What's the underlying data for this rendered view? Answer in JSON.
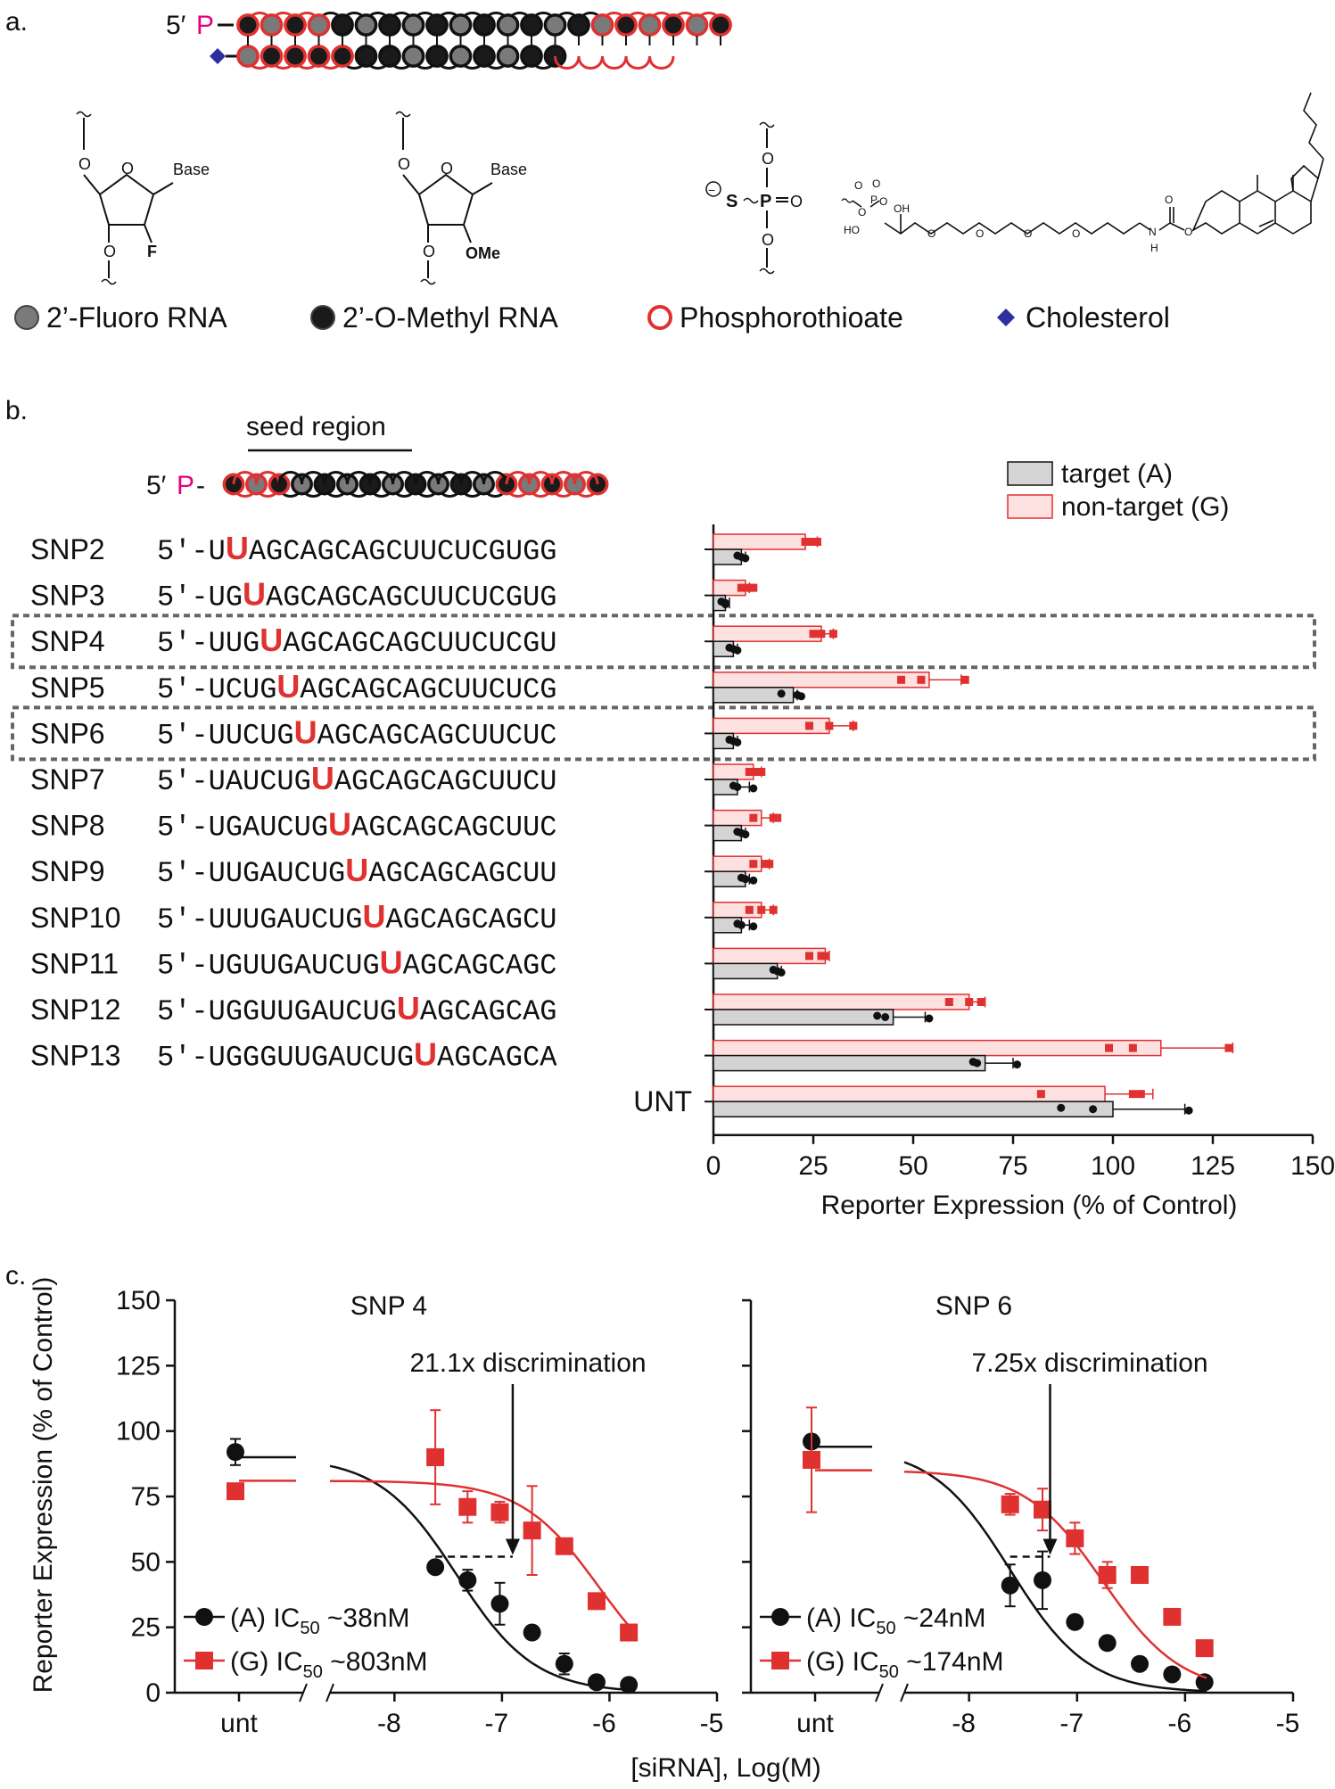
{
  "panels": {
    "a": "a.",
    "b": "b.",
    "c": "c."
  },
  "panel_a": {
    "strand_label": "5′",
    "phosphate": "P",
    "structure_labels": {
      "base": "Base",
      "fluoro": "F",
      "ome": "OMe",
      "oh": "OH",
      "ho": "HO",
      "nh": "N",
      "h": "H"
    },
    "legend": [
      {
        "label": "2’-Fluoro RNA",
        "kind": "fluoro",
        "color": "#7a7a7a"
      },
      {
        "label": "2’-O-Methyl RNA",
        "kind": "methyl",
        "color": "#1a1a1a"
      },
      {
        "label": "Phosphorothioate",
        "kind": "ps",
        "color": "#e03131"
      },
      {
        "label": "Cholesterol",
        "kind": "chol",
        "color": "#2e2e9e"
      }
    ]
  },
  "panel_b": {
    "seed_label": "seed region",
    "strand_label": "5′",
    "phosphate": "P",
    "legend": {
      "target": "target (A)",
      "nontarget": "non-target (G)"
    },
    "colors": {
      "target_fill": "#d4d4d4",
      "nontarget_fill": "#fde0e0",
      "red": "#e03131",
      "dot": "#111111",
      "box": "#666666"
    },
    "rows": [
      {
        "name": "SNP2",
        "prefix": "5'-",
        "pre": "U",
        "mut": "U",
        "post": "AGCAGCAGCUUCUCGUGG",
        "boxed": false
      },
      {
        "name": "SNP3",
        "prefix": "5'-",
        "pre": "UG",
        "mut": "U",
        "post": "AGCAGCAGCUUCUCGUG",
        "boxed": false
      },
      {
        "name": "SNP4",
        "prefix": "5'-",
        "pre": "UUG",
        "mut": "U",
        "post": "AGCAGCAGCUUCUCGU",
        "boxed": true
      },
      {
        "name": "SNP5",
        "prefix": "5'-",
        "pre": "UCUG",
        "mut": "U",
        "post": "AGCAGCAGCUUCUCG",
        "boxed": false
      },
      {
        "name": "SNP6",
        "prefix": "5'-",
        "pre": "UUCUG",
        "mut": "U",
        "post": "AGCAGCAGCUUCUC",
        "boxed": true
      },
      {
        "name": "SNP7",
        "prefix": "5'-",
        "pre": "UAUCUG",
        "mut": "U",
        "post": "AGCAGCAGCUUCU",
        "boxed": false
      },
      {
        "name": "SNP8",
        "prefix": "5'-",
        "pre": "UGAUCUG",
        "mut": "U",
        "post": "AGCAGCAGCUUC",
        "boxed": false
      },
      {
        "name": "SNP9",
        "prefix": "5'-",
        "pre": "UUGAUCUG",
        "mut": "U",
        "post": "AGCAGCAGCUU",
        "boxed": false
      },
      {
        "name": "SNP10",
        "prefix": "5'-",
        "pre": "UUUGAUCUG",
        "mut": "U",
        "post": "AGCAGCAGCU",
        "boxed": false
      },
      {
        "name": "SNP11",
        "prefix": "5'-",
        "pre": "UGUUGAUCUG",
        "mut": "U",
        "post": "AGCAGCAGC",
        "boxed": false
      },
      {
        "name": "SNP12",
        "prefix": "5'-",
        "pre": "UGGUUGAUCUG",
        "mut": "U",
        "post": "AGCAGCAG",
        "boxed": false
      },
      {
        "name": "SNP13",
        "prefix": "5'-",
        "pre": "UGGGUUGAUCUG",
        "mut": "U",
        "post": "AGCAGCA",
        "boxed": false
      },
      {
        "name": "UNT",
        "prefix": "",
        "pre": "",
        "mut": "",
        "post": "",
        "boxed": false
      }
    ]
  },
  "chart_data": [
    {
      "type": "bar",
      "orientation": "horizontal",
      "xlabel": "Reporter Expression (% of Control)",
      "xlim": [
        0,
        150
      ],
      "xticks": [
        0,
        25,
        50,
        75,
        100,
        125,
        150
      ],
      "categories": [
        "SNP2",
        "SNP3",
        "SNP4",
        "SNP5",
        "SNP6",
        "SNP7",
        "SNP8",
        "SNP9",
        "SNP10",
        "SNP11",
        "SNP12",
        "SNP13",
        "UNT"
      ],
      "series": [
        {
          "name": "non-target (G)",
          "values": [
            23,
            8,
            27,
            54,
            29,
            10,
            12,
            12,
            12,
            28,
            64,
            112,
            98
          ],
          "errors": [
            3,
            1,
            3,
            8,
            6,
            2,
            3,
            2,
            3,
            1,
            4,
            18,
            12
          ],
          "points": [
            [
              23,
              25,
              26
            ],
            [
              7,
              9,
              10
            ],
            [
              25,
              27,
              30
            ],
            [
              47,
              52,
              63
            ],
            [
              24,
              29,
              35
            ],
            [
              9,
              11,
              12
            ],
            [
              10,
              15,
              16
            ],
            [
              10,
              13,
              14
            ],
            [
              9,
              12,
              15
            ],
            [
              24,
              27,
              28
            ],
            [
              59,
              64,
              67
            ],
            [
              99,
              105,
              129
            ],
            [
              82,
              105,
              107
            ]
          ]
        },
        {
          "name": "target (A)",
          "values": [
            7,
            3,
            5,
            20,
            5,
            6,
            7,
            8,
            7,
            16,
            45,
            68,
            100
          ],
          "errors": [
            1,
            1,
            1,
            1,
            1,
            3,
            1,
            1,
            2,
            1,
            8,
            7,
            18
          ],
          "points": [
            [
              6,
              7,
              8
            ],
            [
              2,
              3,
              3
            ],
            [
              4,
              5,
              6
            ],
            [
              17,
              21,
              22
            ],
            [
              4,
              5,
              6
            ],
            [
              5,
              6,
              10
            ],
            [
              6,
              7,
              8
            ],
            [
              7,
              8,
              10
            ],
            [
              6,
              7,
              10
            ],
            [
              15,
              16,
              17
            ],
            [
              41,
              43,
              54
            ],
            [
              65,
              66,
              76
            ],
            [
              87,
              95,
              119
            ]
          ]
        }
      ]
    },
    {
      "type": "scatter",
      "title": "SNP 4",
      "annotation": "21.1x discrimination",
      "xlabel": "[siRNA], Log(M)",
      "ylabel": "Reporter Expression (% of Control)",
      "ylim": [
        0,
        150
      ],
      "yticks": [
        0,
        25,
        50,
        75,
        100,
        125,
        150
      ],
      "xlim": [
        -8.6,
        -5
      ],
      "xticks": [
        -8,
        -7,
        -6,
        -5
      ],
      "unt_label": "unt",
      "series": [
        {
          "name": "(A) IC50 ~38nM",
          "prefix": "(A) IC",
          "sub": "50",
          "suffix": " ~38nM",
          "ic50": -7.42,
          "top": 90,
          "bottom": 0,
          "hill": -1.2,
          "unt": {
            "y": 92,
            "err": 5
          },
          "points": [
            {
              "x": -7.62,
              "y": 48,
              "err": 0
            },
            {
              "x": -7.32,
              "y": 43,
              "err": 4
            },
            {
              "x": -7.02,
              "y": 34,
              "err": 8
            },
            {
              "x": -6.72,
              "y": 23,
              "err": 0
            },
            {
              "x": -6.42,
              "y": 11,
              "err": 4
            },
            {
              "x": -6.12,
              "y": 4,
              "err": 0
            },
            {
              "x": -5.82,
              "y": 3,
              "err": 0
            }
          ]
        },
        {
          "name": "(G) IC50 ~803nM",
          "prefix": "(G) IC",
          "sub": "50",
          "suffix": " ~803nM",
          "ic50": -6.1,
          "top": 81,
          "bottom": 0,
          "hill": -1.2,
          "unt": {
            "y": 77,
            "err": 0
          },
          "points": [
            {
              "x": -7.62,
              "y": 90,
              "err": 18
            },
            {
              "x": -7.32,
              "y": 71,
              "err": 6
            },
            {
              "x": -7.02,
              "y": 69,
              "err": 4
            },
            {
              "x": -6.72,
              "y": 62,
              "err": 17
            },
            {
              "x": -6.42,
              "y": 56,
              "err": 0
            },
            {
              "x": -6.12,
              "y": 35,
              "err": 0
            },
            {
              "x": -5.82,
              "y": 23,
              "err": 0
            }
          ]
        }
      ],
      "discrimination": {
        "x": -6.9,
        "y": 52,
        "from": -7.62
      }
    },
    {
      "type": "scatter",
      "title": "SNP 6",
      "annotation": "7.25x discrimination",
      "xlabel": "[siRNA], Log(M)",
      "ylabel": "",
      "ylim": [
        0,
        150
      ],
      "yticks": [
        0,
        25,
        50,
        75,
        100,
        125,
        150
      ],
      "xlim": [
        -8.6,
        -5
      ],
      "xticks": [
        -8,
        -7,
        -6,
        -5
      ],
      "unt_label": "unt",
      "series": [
        {
          "name": "(A) IC50 ~24nM",
          "prefix": "(A) IC",
          "sub": "50",
          "suffix": " ~24nM",
          "ic50": -7.62,
          "top": 94,
          "bottom": 0,
          "hill": -1.2,
          "unt": {
            "y": 96,
            "err": 0
          },
          "points": [
            {
              "x": -7.62,
              "y": 41,
              "err": 8
            },
            {
              "x": -7.32,
              "y": 43,
              "err": 11
            },
            {
              "x": -7.02,
              "y": 27,
              "err": 0
            },
            {
              "x": -6.72,
              "y": 19,
              "err": 0
            },
            {
              "x": -6.42,
              "y": 11,
              "err": 0
            },
            {
              "x": -6.12,
              "y": 7,
              "err": 0
            },
            {
              "x": -5.82,
              "y": 4,
              "err": 0
            }
          ]
        },
        {
          "name": "(G) IC50 ~174nM",
          "prefix": "(G) IC",
          "sub": "50",
          "suffix": " ~174nM",
          "ic50": -6.76,
          "top": 85,
          "bottom": 0,
          "hill": -1.2,
          "unt": {
            "y": 89,
            "err": 20
          },
          "points": [
            {
              "x": -7.62,
              "y": 72,
              "err": 4
            },
            {
              "x": -7.32,
              "y": 70,
              "err": 8
            },
            {
              "x": -7.02,
              "y": 59,
              "err": 6
            },
            {
              "x": -6.72,
              "y": 45,
              "err": 5
            },
            {
              "x": -6.42,
              "y": 45,
              "err": 0
            },
            {
              "x": -6.12,
              "y": 29,
              "err": 0
            },
            {
              "x": -5.82,
              "y": 17,
              "err": 3
            }
          ]
        }
      ],
      "discrimination": {
        "x": -7.25,
        "y": 52,
        "from": -7.62
      }
    }
  ]
}
